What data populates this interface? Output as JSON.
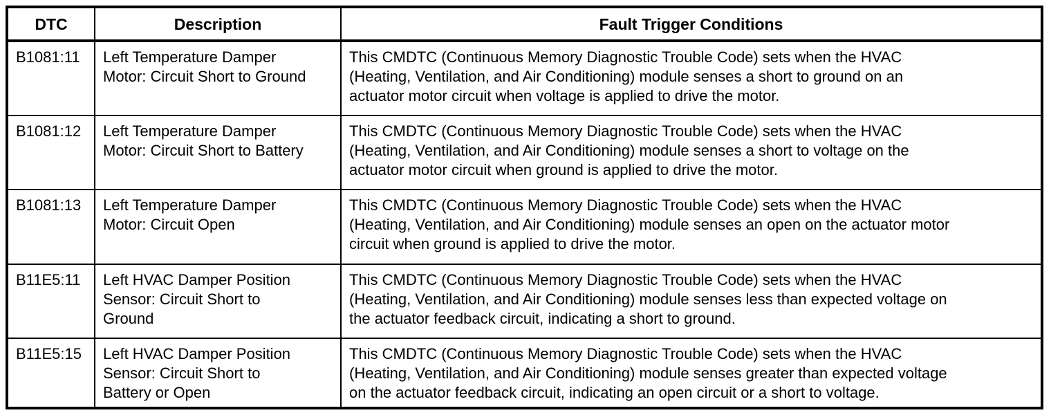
{
  "colors": {
    "background": "#ffffff",
    "text": "#000000",
    "border": "#000000"
  },
  "table": {
    "columns": [
      {
        "label": "DTC"
      },
      {
        "label": "Description"
      },
      {
        "label": "Fault Trigger Conditions"
      }
    ],
    "rows": [
      {
        "dtc": "B1081:11",
        "description": "Left Temperature Damper\nMotor: Circuit Short to Ground",
        "conditions": "This CMDTC (Continuous Memory Diagnostic Trouble Code) sets when the HVAC\n(Heating, Ventilation, and Air Conditioning) module senses a short to ground on an\nactuator motor circuit when voltage is applied to drive the motor."
      },
      {
        "dtc": "B1081:12",
        "description": "Left Temperature Damper\nMotor: Circuit Short to Battery",
        "conditions": "This CMDTC (Continuous Memory Diagnostic Trouble Code) sets when the HVAC\n(Heating, Ventilation, and Air Conditioning) module senses a short to voltage on the\nactuator motor circuit when ground is applied to drive the motor."
      },
      {
        "dtc": "B1081:13",
        "description": "Left Temperature Damper\nMotor: Circuit Open",
        "conditions": "This CMDTC (Continuous Memory Diagnostic Trouble Code) sets when the HVAC\n(Heating, Ventilation, and Air Conditioning) module senses an open on the actuator motor\ncircuit when ground is applied to drive the motor."
      },
      {
        "dtc": "B11E5:11",
        "description": "Left HVAC Damper Position\nSensor: Circuit Short to\nGround",
        "conditions": "This CMDTC (Continuous Memory Diagnostic Trouble Code) sets when the HVAC\n(Heating, Ventilation, and Air Conditioning) module senses less than expected voltage on\nthe actuator feedback circuit, indicating a short to ground."
      },
      {
        "dtc": "B11E5:15",
        "description": "Left HVAC Damper Position\nSensor: Circuit Short to\nBattery or Open",
        "conditions": "This CMDTC (Continuous Memory Diagnostic Trouble Code) sets when the HVAC\n(Heating, Ventilation, and Air Conditioning) module senses greater than expected voltage\non the actuator feedback circuit, indicating an open circuit or a short to voltage."
      }
    ]
  }
}
